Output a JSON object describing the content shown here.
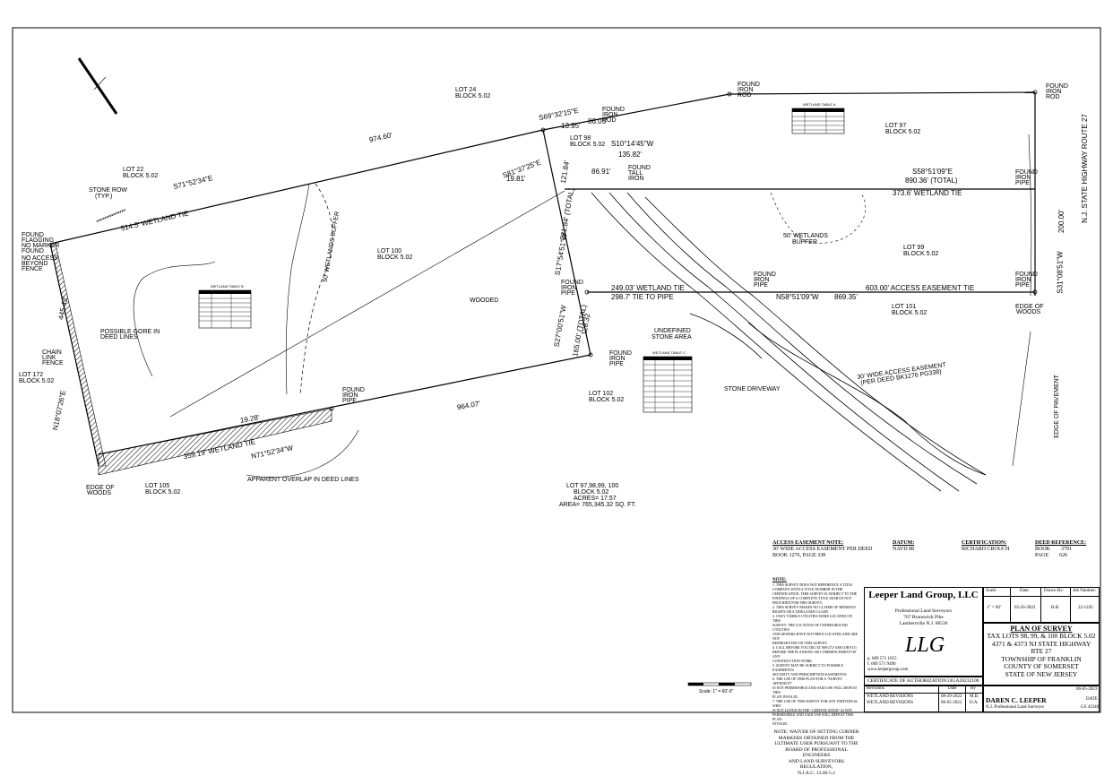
{
  "survey_labels": {
    "lot24": "LOT 24",
    "block24": "BLOCK 5.02",
    "lot22": "LOT 22",
    "block22": "BLOCK 5.02",
    "lot98": "LOT 98",
    "block98": "BLOCK 5.02",
    "lot97": "LOT 97",
    "block97": "BLOCK 5.02",
    "lot100": "LOT 100",
    "block100": "BLOCK 5.02",
    "lot99": "LOT 99",
    "block99": "BLOCK 5.02",
    "lot101": "LOT 101",
    "block101": "BLOCK 5.02",
    "lot102": "LOT 102",
    "block102": "BLOCK 5.02",
    "lot172": "LOT 172",
    "block172": "BLOCK 5.02",
    "lot105": "LOT 105",
    "block105": "BLOCK 5.02",
    "lotsum_1": "LOT 97,98,99, 100",
    "lotsum_2": "BLOCK 5.02",
    "lotsum_3": "ACRES= 17.57",
    "lotsum_4": "AREA= 765,345.32 SQ. FT.",
    "brg_s69": "S69°32'15\"E",
    "d_1395": "13.95'",
    "d_8605": "86.05'",
    "d_97460": "974.60'",
    "brg_s71": "S71°52'34\"E",
    "wet_5145": "514.5' WETLAND TIE",
    "stone_row": "STONE ROW",
    "stone_row2": "(TYP.)",
    "brg_s10": "S10°14'45\"W",
    "d_13582": "135.82'",
    "brg_s81": "S81°37'25\"E",
    "d_1981": "19.81'",
    "d_8691": "86.91'",
    "d_12184": "121.84'",
    "d_28184": "281.84' (TOTAL)",
    "brg_s17": "S17°54'51\"W",
    "brg_s58": "S58°51'09\"E",
    "d_89036": "890.36' (TOTAL)",
    "wet_3736": "373.6' WETLAND TIE",
    "d_20000": "200.00'",
    "brg_s31": "S31°08'51\"W",
    "route27": "N.J. STATE HIGHWAY ROUTE 27",
    "wet_24903": "249.03' WETLAND TIE",
    "tie_2987": "298.7' TIE TO PIPE",
    "ae_603": "603.00' ACCESS EASEMENT TIE",
    "brg_n58": "N58°51'09\"W",
    "d_86935": "869.35'",
    "brg_s27": "S27°00'51\"W",
    "d_165": "165.00' (TOTAL)",
    "d_12832": "128.32",
    "d_96407": "964.07'",
    "d_1928": "19.28'",
    "wet_35919": "359.19' WETLAND TIE",
    "brg_n71": "N71°52'34\"W",
    "apparent": "APPARENT OVERLAP IN DEED LINES",
    "brg_n18": "N18°07'26\"E",
    "d_44542": "445.42'",
    "wooded": "WOODED",
    "undefined_stone": "UNDEFINED",
    "undefined_stone2": "STONE AREA",
    "stone_drive": "STONE DRIVEWAY",
    "edge_pavement": "EDGE OF PAVEMENT",
    "access30": "30' WIDE ACCESS EASEMENT",
    "access30b": "(PER DEED BK1276 PG338)",
    "wb50": "50' WETLANDS BUFFER",
    "wb50b": "50' WETLANDS",
    "wb50c": "BUFFER",
    "found_flag": "FOUND",
    "found_flag2": "FLAGGING",
    "found_flag3": "NO MARKER",
    "found_flag4": "FOUND",
    "no_access": "NO ACCESS",
    "no_access2": "BEYOND",
    "no_access3": "FENCE",
    "chain": "CHAIN",
    "chain2": "LINK",
    "chain3": "FENCE",
    "gore": "POSSIBLE GORE IN",
    "gore2": "DEED LINES",
    "edge_woods": "EDGE OF",
    "edge_woods2": "WOODS",
    "edge_woods_r": "EDGE OF",
    "edge_woods_r2": "WOODS",
    "found_iron": "FOUND",
    "iron_rod": "IRON",
    "rod": "ROD",
    "found_tall": "FOUND",
    "tall": "TALL",
    "tall_iron": "IRON",
    "found_pipe": "FOUND",
    "iron_pipe": "IRON",
    "pipe": "PIPE",
    "wet_table_a": "WETLAND TABLE A",
    "wet_table_b": "WETLAND TABLE B",
    "wet_table_c": "WETLAND TABLE C",
    "scale_text": "Scale: 1\" = 60'-0\""
  },
  "notes_block": {
    "access_title": "ACCESS EASEMENT NOTE:",
    "access_body1": "30' WIDE ACCESS EASEMENT PER DEED",
    "access_body2": "BOOK 1276, PAGE 338",
    "datum_title": "DATUM:",
    "datum_body": "NAVD 88",
    "cert_title": "CERTIFICATION:",
    "cert_body": "RICHARD CROUCH",
    "deed_title": "DEED REFERENCE:",
    "deed_book_k": "BOOK",
    "deed_book_v": "3791",
    "deed_page_k": "PAGE",
    "deed_page_v": "626",
    "notes_title": "NOTE:",
    "notes_lines": [
      "1. THIS SURVEY DOES NOT REFERENCE A TITLE",
      "COMPANY WITH A TITLE NUMBER IN THE",
      "CERTIFICATION. THIS SURVEY IS SUBJECT TO THE",
      "FINDINGS OF A COMPLETE TITLE SEARCH NOT",
      "PROVIDED FOR THIS SURVEY.",
      "2. THIS SURVEY MAKES NO CLAIMS OF RIPARIAN",
      "RIGHTS OR A TIDELANDS CLAIM.",
      "3. ONLY VISIBLE UTILITIES WERE LOCATED ON THIS",
      "SURVEY. THE LOCATION OF UNDERGROUND UTILITIES",
      "AND SEWERS HAVE NOT BEEN LOCATED AND ARE NOT",
      "REPRESENTED ON THIS SURVEY.",
      "4. CALL BEFORE YOU DIG AT 800-272-1000 (OR 811)",
      "BEFORE THE PLANNING OR COMMENCEMENT OF ANY",
      "CONSTRUCTION WORK.",
      "5. SURVEY MAY BE SUBJECT TO POSSIBLE EASEMENTS,",
      "SECURITY AND PRESCRIPTION EASEMENTS.",
      "6. THE USE OF THIS PLAN FOR A \"SURVEY AFFIDAVIT\"",
      "IS NOT PERMISSIBLE AND SAID USE WILL DEFEAT THIS",
      "PLAN INVALID.",
      "7. THE USE OF THIS SURVEY FOR ANY INDIVIDUAL WHO",
      "IS NOT LISTED IN THE \"CERTIFICATION\" IS NOT",
      "PERMISSIBLE AND SAID USE WILL DEFEAT THIS PLAN",
      "INVALID."
    ],
    "waiver_lines": [
      "NOTE: WAIVER OF SETTING CORNER",
      "MARKERS OBTAINED FROM THE",
      "ULTIMATE USER PURSUANT TO THE",
      "BOARD OF PROFESSIONAL ENGINEERS",
      "AND LAND SURVEYORS REGULATION,",
      "N.J.A.C. 13:40-5.2"
    ]
  },
  "title_block": {
    "company": "Leeper Land Group, LLC",
    "sub": "Professional Land Surveyors",
    "addr1": "767 Brunswick Pike",
    "addr2": "Lambertville N.J. 08530",
    "logo": "LLG",
    "phone": "p. 609 571 1055",
    "fax": "f. 609 571 9496",
    "web": "www.leepergroup.com",
    "coa_label": "CERTIFICATE OF AUTHORIZATION",
    "coa_value": "24GA28232100",
    "scale_h": "Scale:",
    "date_h": "Date:",
    "drawn_h": "Drawn By:",
    "job_h": "Job Number:",
    "scale_v": "1\" = 60'",
    "date_v": "03-26-2022",
    "drawn_v": "B.B.",
    "job_v": "22-1245",
    "plan_title": "PLAN OF SURVEY",
    "plan_l1": "TAX LOTS 98, 99, & 100 BLOCK 5.02",
    "plan_l2": "4371 & 4373 NJ STATE HIGHWAY",
    "plan_l3": "RTE 27",
    "plan_l4": "TOWNSHIP OF FRANKLIN",
    "plan_l5": "COUNTY OF SOMERSET",
    "plan_l6": "STATE OF NEW JERSEY",
    "rev_h": "Revisions",
    "revdate_h": "Date",
    "revby_h": "By",
    "rev1": "WETLAND REVISIONS",
    "rev1d": "08-29-2022",
    "rev1b": "M.B.",
    "rev2": "WETLAND REVISIONS",
    "rev2d": "06-05-2023",
    "rev2b": "D.A.",
    "surveyor": "DAREN C. LEEPER",
    "surveyor_sub": "N.J. Professional Land Surveyor",
    "sign_date": "06-05-2023",
    "date_k": "DATE",
    "license": "GS 43340"
  }
}
